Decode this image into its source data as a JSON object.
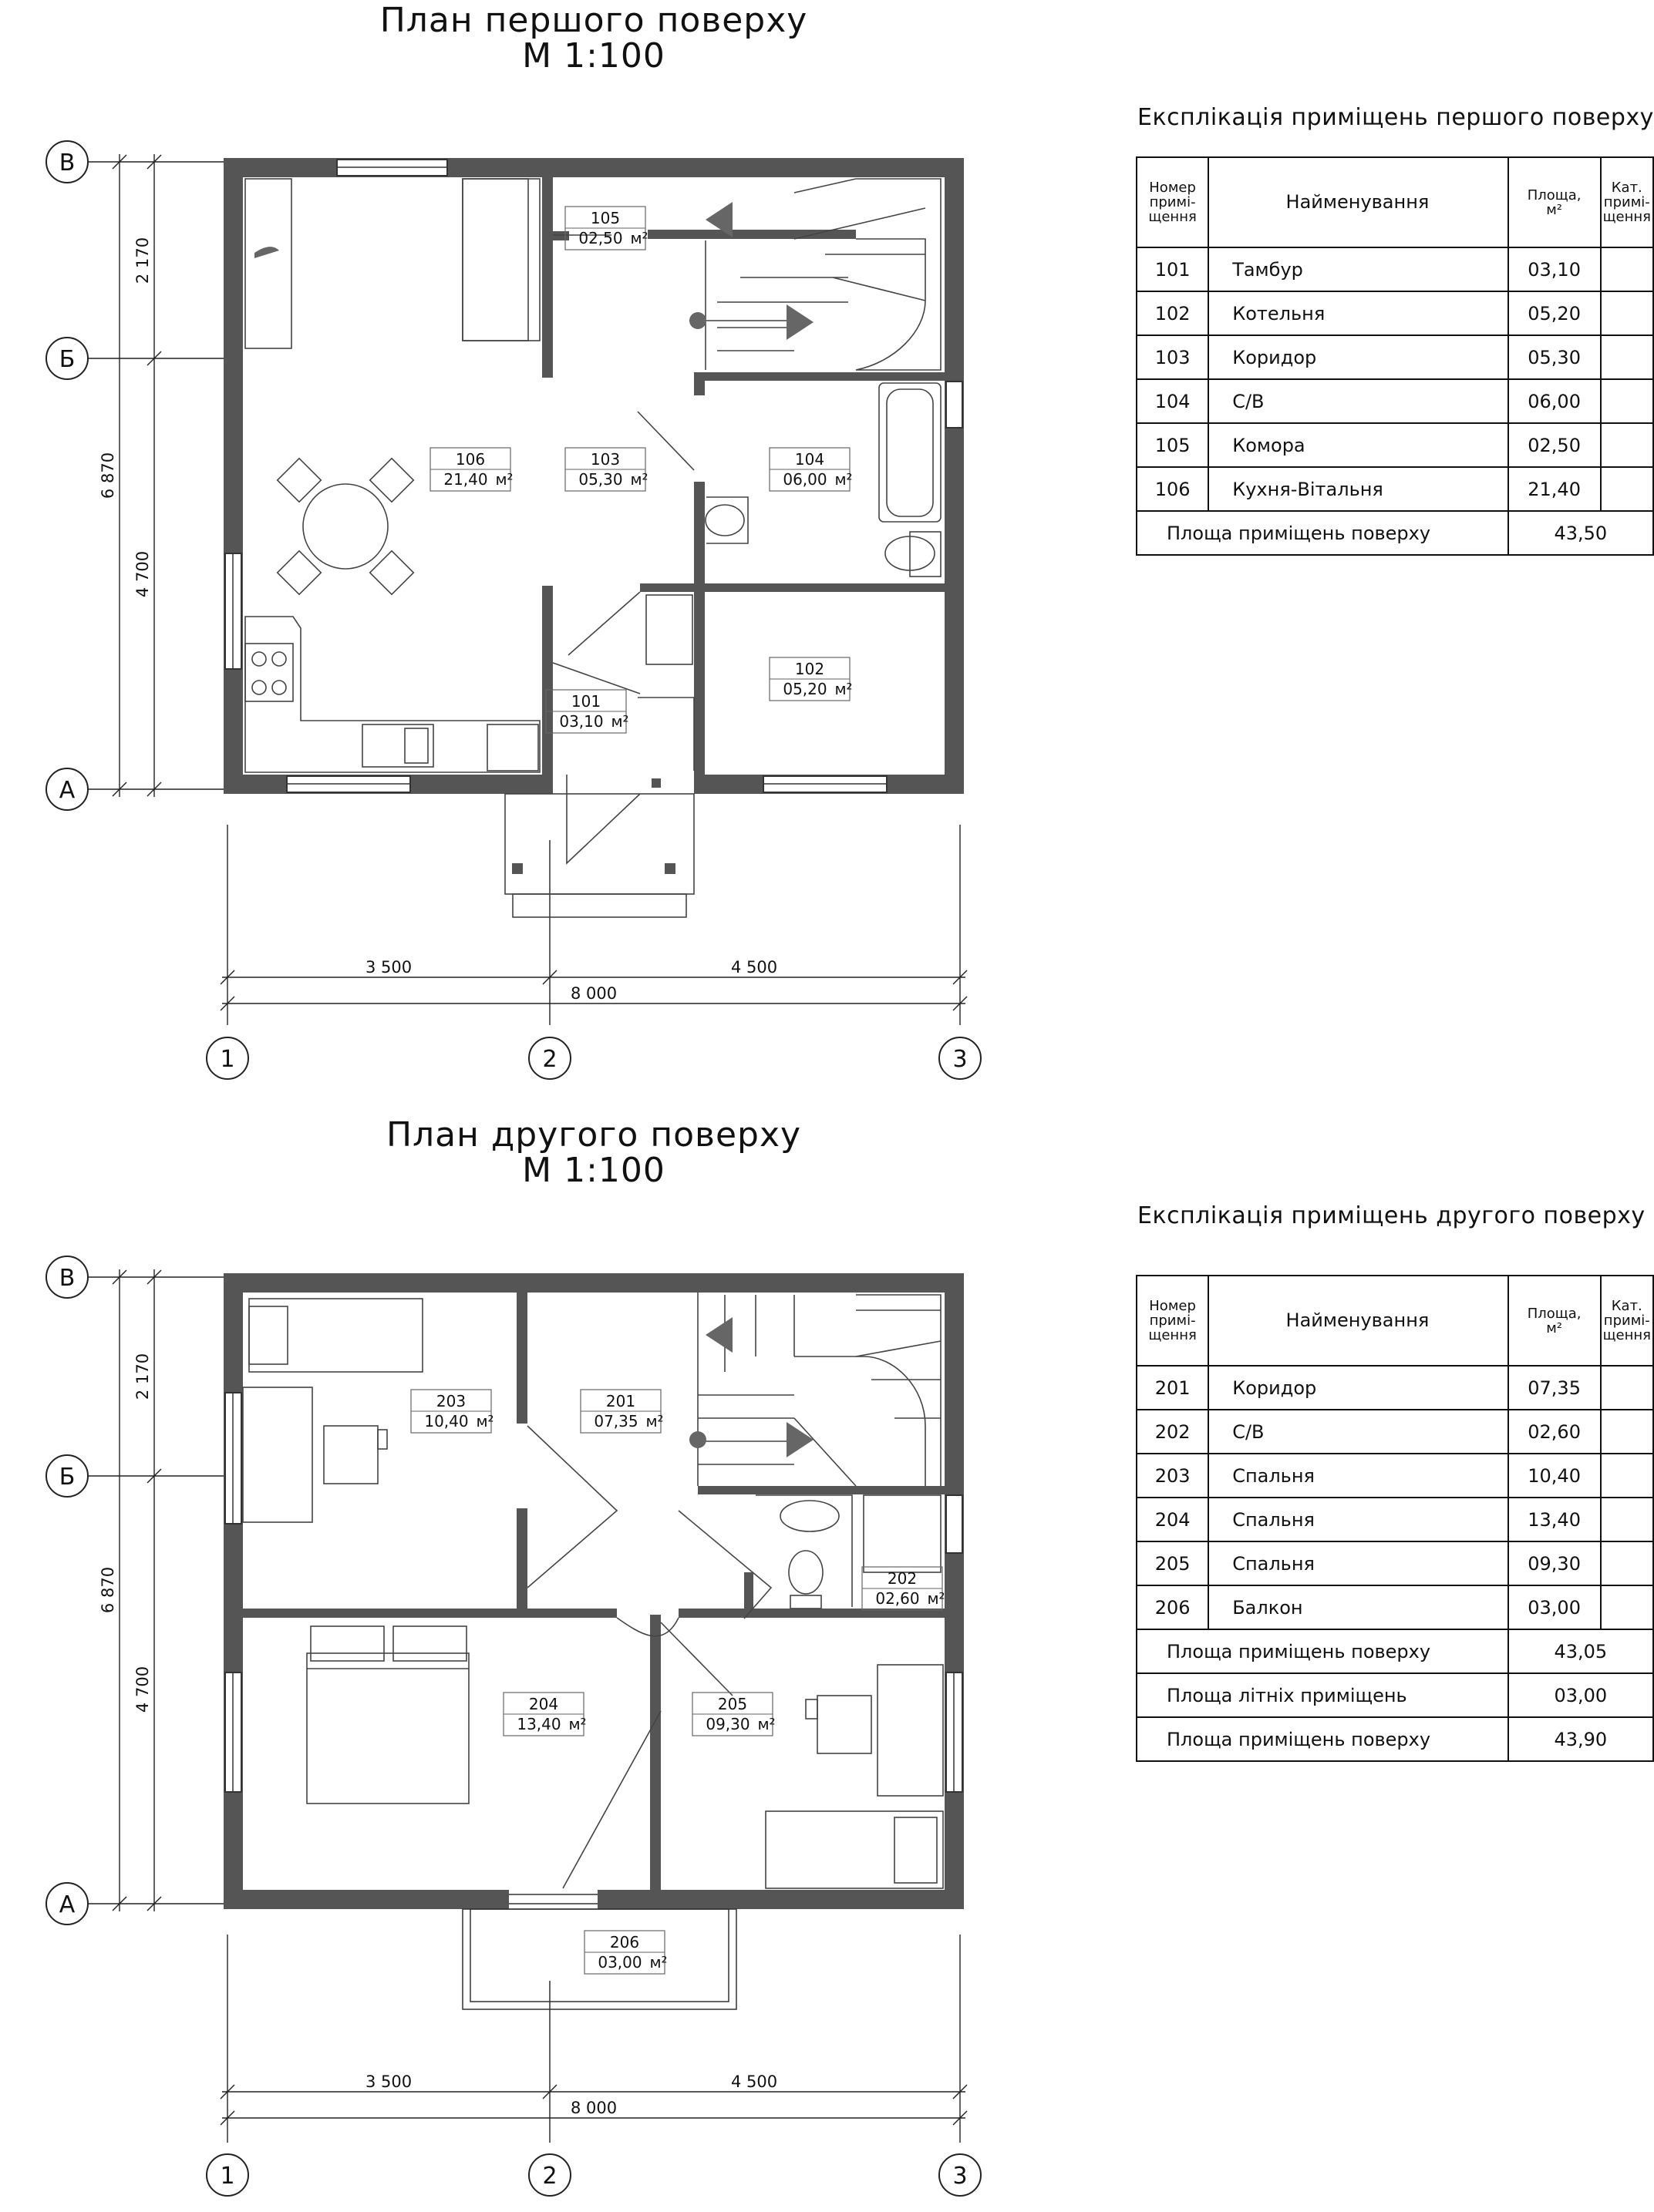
{
  "floor1": {
    "title": "План першого поверху",
    "scale": "М 1:100",
    "axes_rows": [
      "В",
      "Б",
      "А"
    ],
    "axes_cols": [
      "1",
      "2",
      "3"
    ],
    "dims_vertical": [
      "2 170",
      "4 700",
      "6 870"
    ],
    "dims_horizontal": [
      "3 500",
      "4 500",
      "8 000"
    ],
    "rooms": [
      {
        "num": "105",
        "area": "02,50"
      },
      {
        "num": "106",
        "area": "21,40"
      },
      {
        "num": "103",
        "area": "05,30"
      },
      {
        "num": "104",
        "area": "06,00"
      },
      {
        "num": "102",
        "area": "05,20"
      },
      {
        "num": "101",
        "area": "03,10"
      }
    ]
  },
  "floor2": {
    "title": "План другого поверху",
    "scale": "М 1:100",
    "axes_rows": [
      "В",
      "Б",
      "А"
    ],
    "axes_cols": [
      "1",
      "2",
      "3"
    ],
    "dims_vertical": [
      "2 170",
      "4 700",
      "6 870"
    ],
    "dims_horizontal": [
      "3 500",
      "4 500",
      "8 000"
    ],
    "rooms": [
      {
        "num": "203",
        "area": "10,40"
      },
      {
        "num": "201",
        "area": "07,35"
      },
      {
        "num": "202",
        "area": "02,60"
      },
      {
        "num": "204",
        "area": "13,40"
      },
      {
        "num": "205",
        "area": "09,30"
      },
      {
        "num": "206",
        "area": "03,00"
      }
    ]
  },
  "area_unit": "м²",
  "table_headers": {
    "num": [
      "Номер",
      "примі-",
      "щення"
    ],
    "name": "Найменування",
    "area": [
      "Площа,",
      "м²"
    ],
    "cat": [
      "Кат.",
      "примі-",
      "щення"
    ]
  },
  "expl1": {
    "title": "Експлікація приміщень першого поверху",
    "rows": [
      {
        "num": "101",
        "name": "Тамбур",
        "area": "03,10"
      },
      {
        "num": "102",
        "name": "Котельня",
        "area": "05,20"
      },
      {
        "num": "103",
        "name": "Коридор",
        "area": "05,30"
      },
      {
        "num": "104",
        "name": "С/В",
        "area": "06,00"
      },
      {
        "num": "105",
        "name": "Комора",
        "area": "02,50"
      },
      {
        "num": "106",
        "name": "Кухня-Вітальня",
        "area": "21,40"
      }
    ],
    "totals": [
      {
        "label": "Площа приміщень поверху",
        "value": "43,50"
      }
    ]
  },
  "expl2": {
    "title": "Експлікація приміщень другого поверху",
    "rows": [
      {
        "num": "201",
        "name": "Коридор",
        "area": "07,35"
      },
      {
        "num": "202",
        "name": "С/В",
        "area": "02,60"
      },
      {
        "num": "203",
        "name": "Спальня",
        "area": "10,40"
      },
      {
        "num": "204",
        "name": "Спальня",
        "area": "13,40"
      },
      {
        "num": "205",
        "name": "Спальня",
        "area": "09,30"
      },
      {
        "num": "206",
        "name": "Балкон",
        "area": "03,00"
      }
    ],
    "totals": [
      {
        "label": "Площа приміщень поверху",
        "value": "43,05"
      },
      {
        "label": "Площа літніх приміщень",
        "value": "03,00"
      },
      {
        "label": "Площа приміщень поверху",
        "value": "43,90"
      }
    ]
  }
}
